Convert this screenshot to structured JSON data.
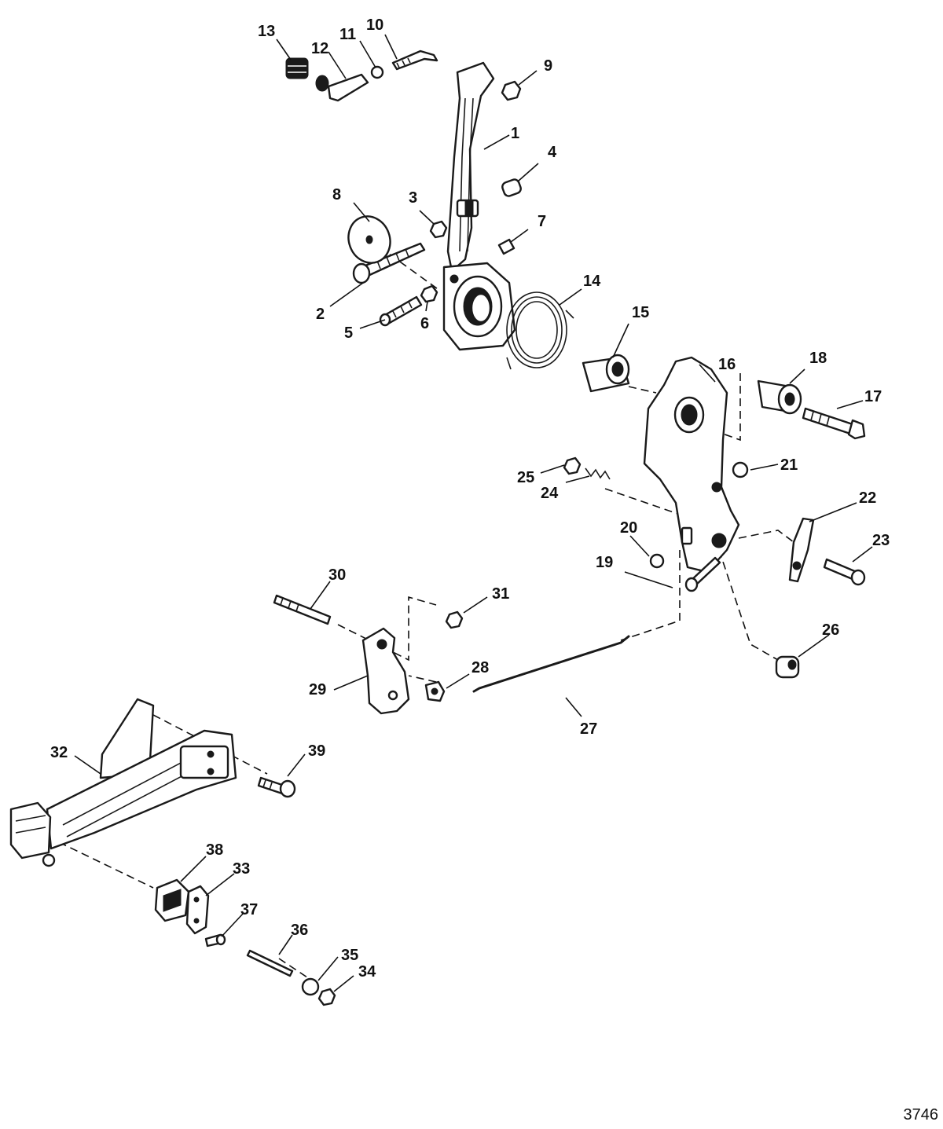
{
  "figure_id": "3746",
  "callout_labels": [
    "1",
    "2",
    "3",
    "4",
    "5",
    "6",
    "7",
    "8",
    "9",
    "10",
    "11",
    "12",
    "13",
    "14",
    "15",
    "16",
    "17",
    "18",
    "19",
    "20",
    "21",
    "22",
    "23",
    "24",
    "25",
    "26",
    "27",
    "28",
    "29",
    "30",
    "31",
    "32",
    "33",
    "34",
    "35",
    "36",
    "37",
    "38",
    "39"
  ]
}
